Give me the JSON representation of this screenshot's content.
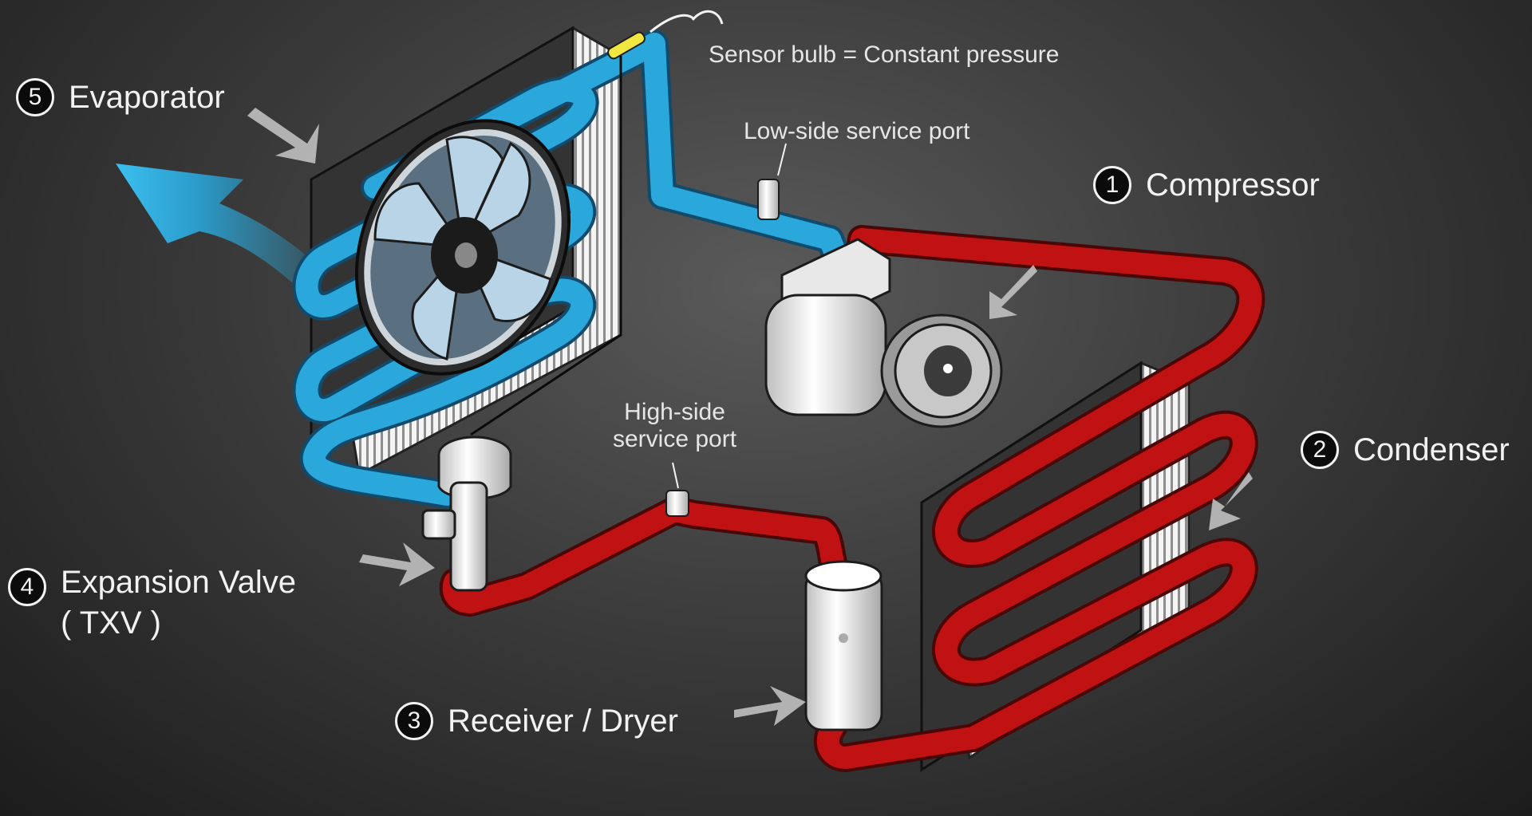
{
  "components": [
    {
      "number": "1",
      "name": "Compressor"
    },
    {
      "number": "2",
      "name": "Condenser"
    },
    {
      "number": "3",
      "name": "Receiver / Dryer"
    },
    {
      "number": "4",
      "name": "Expansion Valve",
      "name_line2": "( TXV )"
    },
    {
      "number": "5",
      "name": "Evaporator"
    }
  ],
  "annotations": {
    "sensor_bulb": "Sensor bulb = Constant pressure",
    "low_side_port": "Low-side service port",
    "high_side_port_line1": "High-side",
    "high_side_port_line2": "service port"
  },
  "colors": {
    "high_pressure_line": "#c01212",
    "low_pressure_line": "#2aa8dc",
    "background": "#3c3c3c"
  }
}
